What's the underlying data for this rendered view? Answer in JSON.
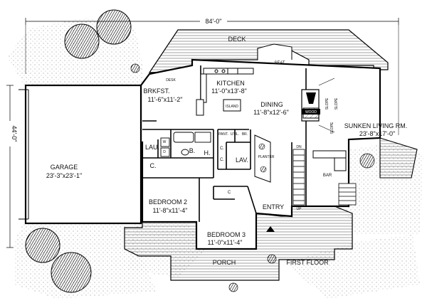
{
  "dimensions": {
    "width": "84'-0\"",
    "depth": "44'-0\""
  },
  "rooms": {
    "deck": "DECK",
    "seat": "SEAT",
    "desk": "DESK",
    "kitchen": {
      "name": "KITCHEN",
      "size": "11'-0\"x13'-8\""
    },
    "breakfast": {
      "name": "BRKFST.",
      "size": "11'-6\"x11'-2\""
    },
    "island": "ISLAND",
    "dining": {
      "name": "DINING",
      "size": "11'-8\"x12'-6\""
    },
    "wood": "WOOD",
    "slope_left": "SLOPE",
    "slope_right": "SLOPE",
    "sunken_living": {
      "name": "SUNKEN LIVING RM.",
      "size": "23'-8\"x17'-0\""
    },
    "garage": {
      "name": "GARAGE",
      "size": "23'-3\"x23'-1\""
    },
    "lau": "LAU.",
    "w": "W",
    "d": "D",
    "bath": "B.",
    "c1": "C.",
    "hall": "H.",
    "pant": "PANT.",
    "util": "UTIL.",
    "br": "BR.",
    "c2": "C.",
    "c3": "C.",
    "lav": "LAV.",
    "planter": "PLANTER",
    "dn": "DN",
    "up": "UP",
    "bar": "BAR",
    "bedroom2": {
      "name": "BEDROOM 2",
      "size": "11'-8\"x11'-4\""
    },
    "bedroom3": {
      "name": "BEDROOM 3",
      "size": "11'-0\"x11'-4\""
    },
    "c4": "C",
    "entry": "ENTRY",
    "porch": "PORCH"
  },
  "floor_label": "FIRST FLOOR"
}
